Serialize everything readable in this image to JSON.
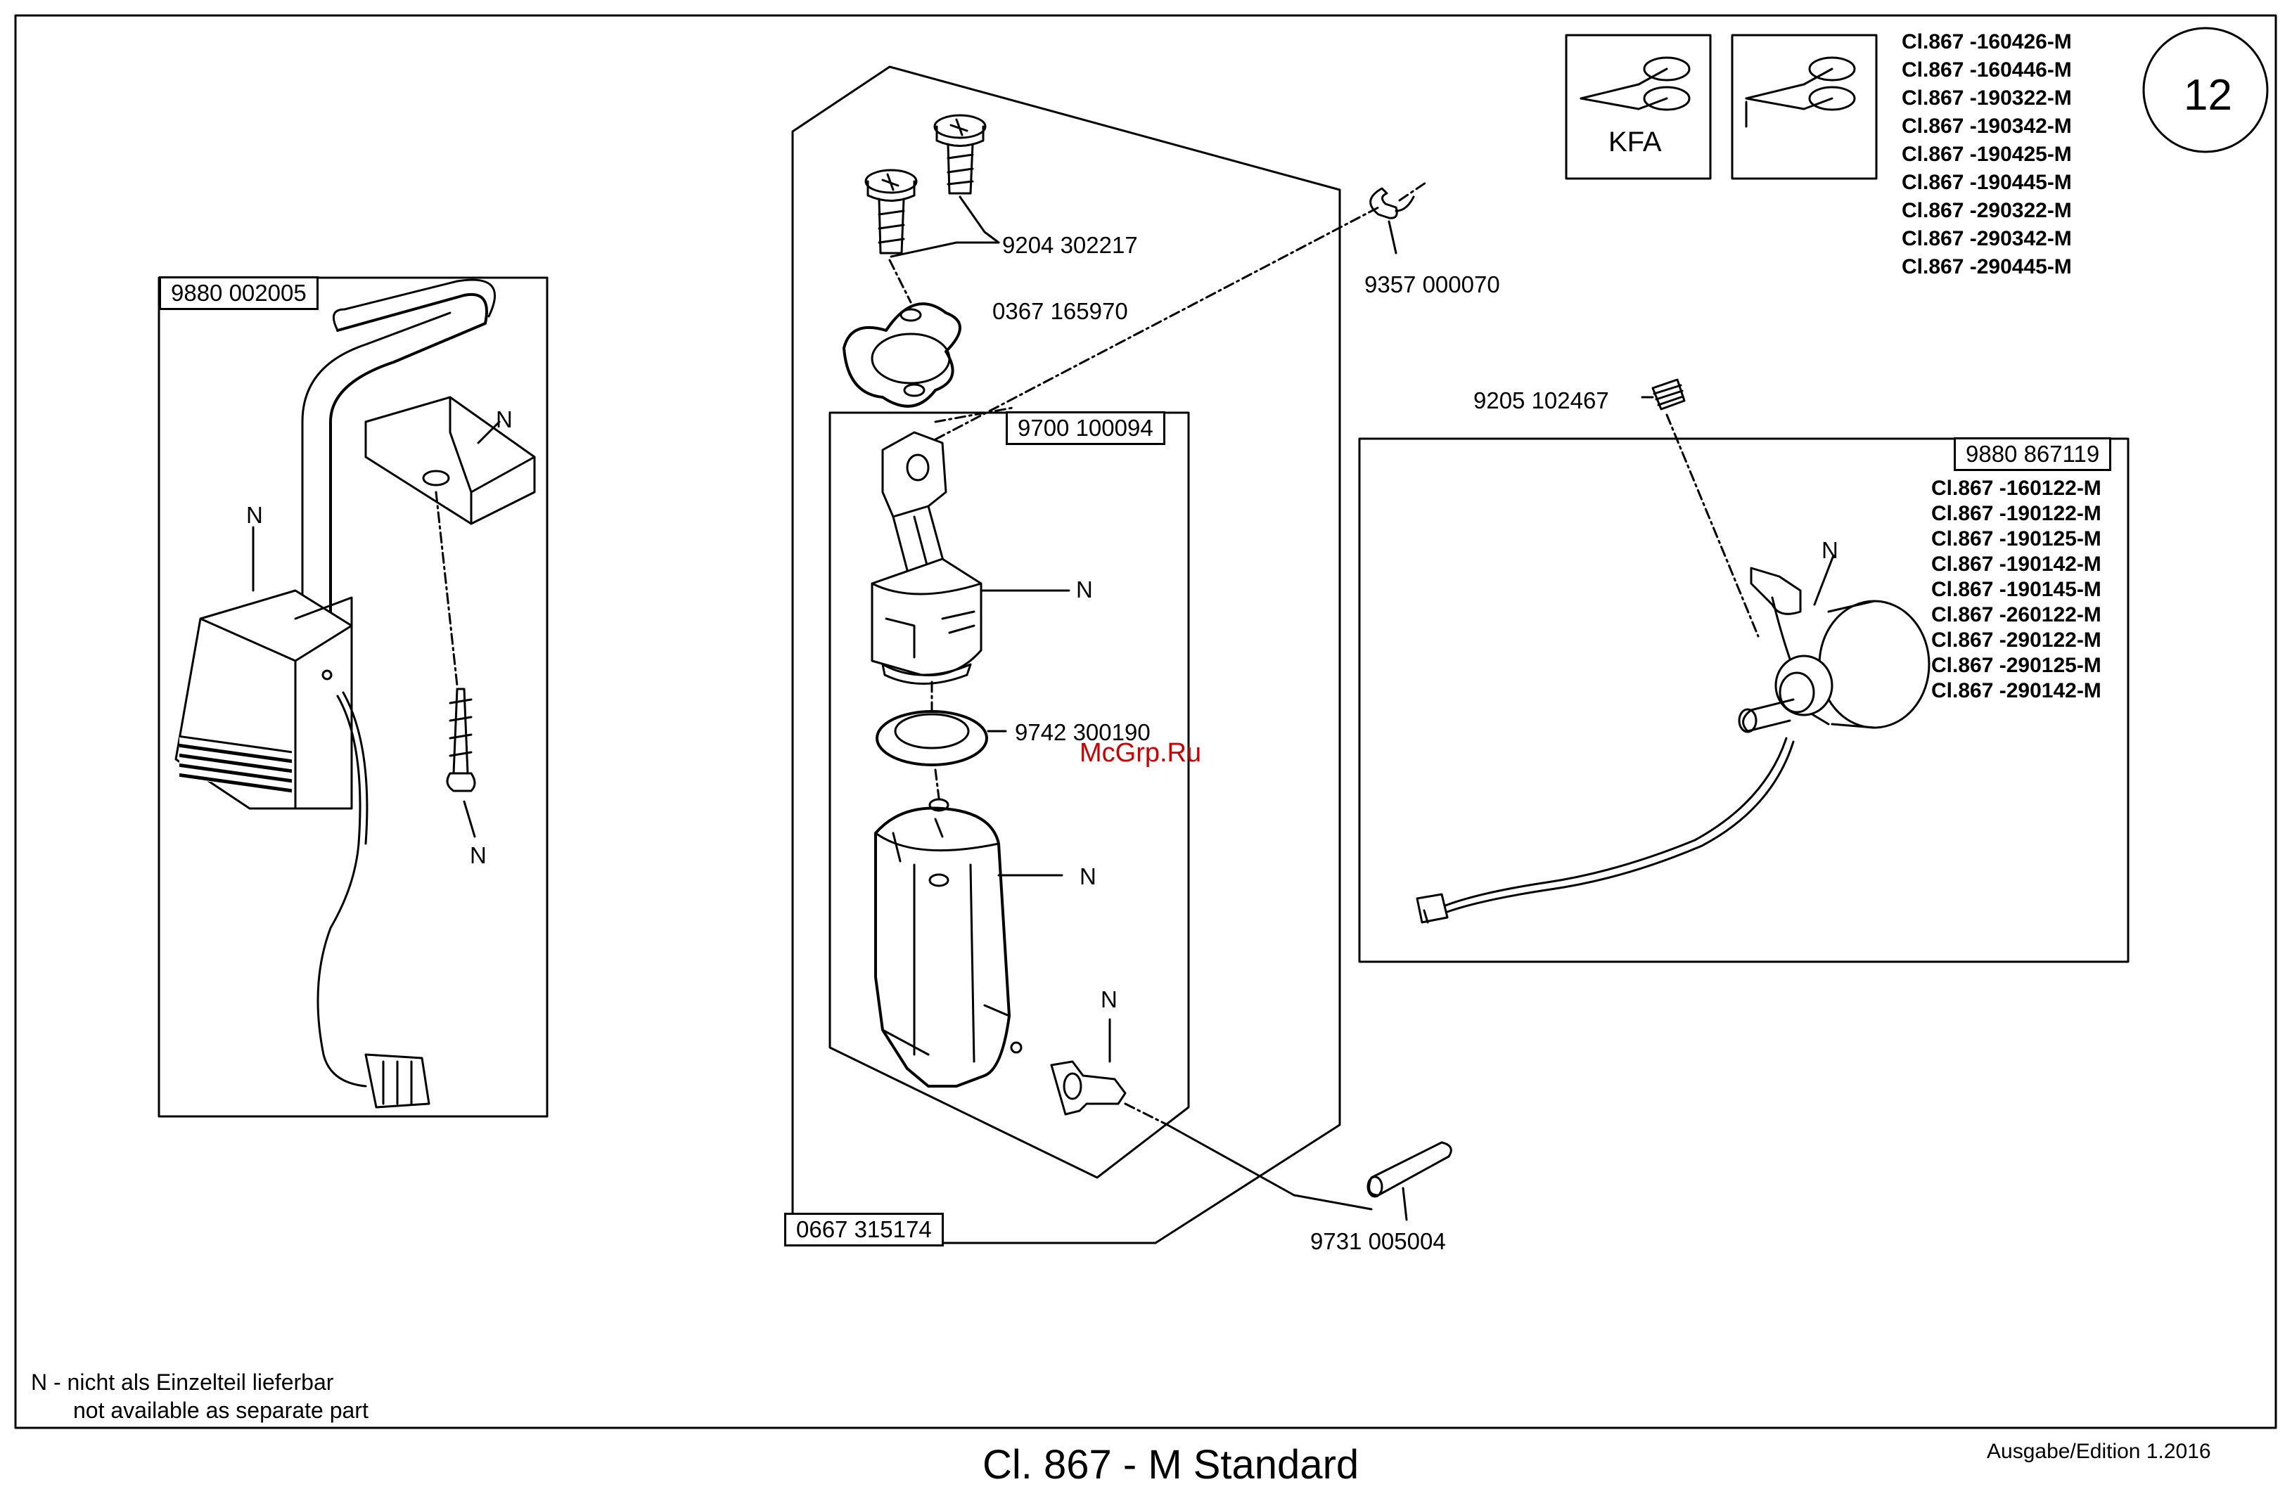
{
  "page_number": "12",
  "kfa_label": "KFA",
  "header_models": [
    "Cl.867 -160426-M",
    "Cl.867 -160446-M",
    "Cl.867 -190322-M",
    "Cl.867 -190342-M",
    "Cl.867 -190425-M",
    "Cl.867 -190445-M",
    "Cl.867 -290322-M",
    "Cl.867 -290342-M",
    "Cl.867 -290445-M"
  ],
  "sub_models": [
    "Cl.867 -160122-M",
    "Cl.867 -190122-M",
    "Cl.867 -190125-M",
    "Cl.867 -190142-M",
    "Cl.867 -190145-M",
    "Cl.867 -260122-M",
    "Cl.867 -290122-M",
    "Cl.867 -290125-M",
    "Cl.867 -290142-M"
  ],
  "parts": {
    "sensor_assembly": "9880 002005",
    "screw": "9204 302217",
    "flange": "0367 165970",
    "clip": "9357 000070",
    "piston_assembly": "9700 100094",
    "grub_screw": "9205 102467",
    "potentiometer_assembly": "9880 867119",
    "seal_ring": "9742 300190",
    "cylinder_assembly": "0667 315174",
    "pin": "9731 005004"
  },
  "n_marker": "N",
  "legend": {
    "line1": "N - nicht als Einzelteil lieferbar",
    "line2": "not available as separate part"
  },
  "title": "Cl. 867 - M Standard",
  "edition": "Ausgabe/Edition   1.2016",
  "watermark": "McGrp.Ru",
  "colors": {
    "ink": "#000000",
    "watermark": "#cc0000",
    "panel_bg": "#ffffff"
  }
}
